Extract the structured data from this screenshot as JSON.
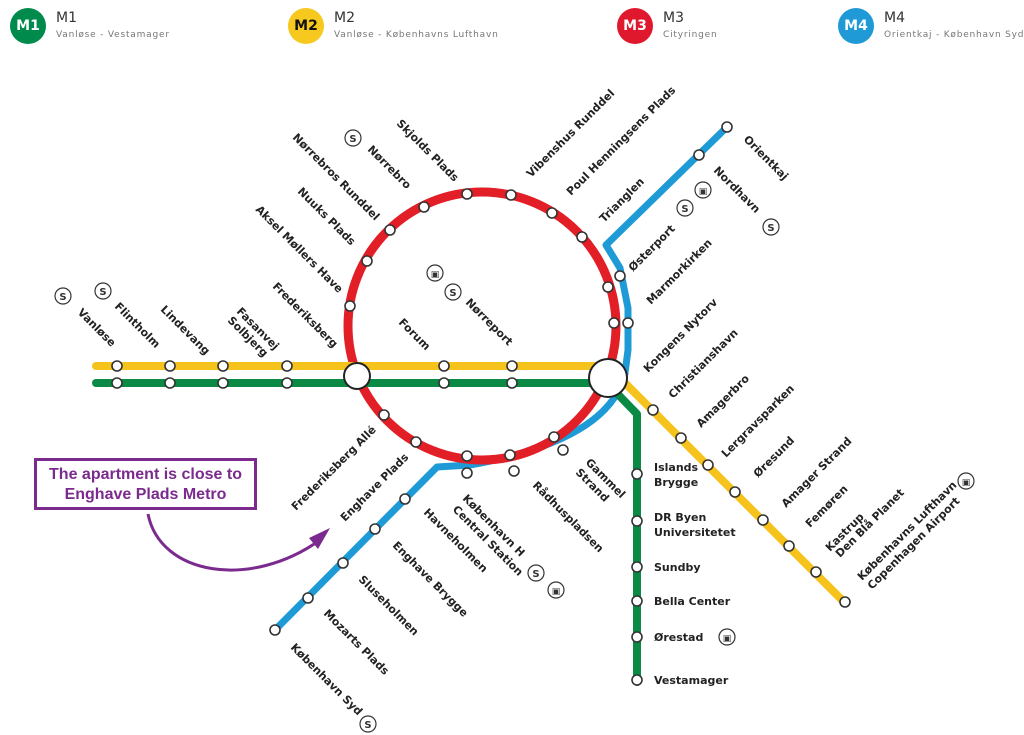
{
  "legend": [
    {
      "badge": "M1",
      "code": "M1",
      "desc": "Vanløse - Vestamager",
      "color": "#008a4b",
      "text_color": "#ffffff"
    },
    {
      "badge": "M2",
      "code": "M2",
      "desc": "Vanløse - Københavns Lufthavn",
      "color": "#f7c81e",
      "text_color": "#111111"
    },
    {
      "badge": "M3",
      "code": "M3",
      "desc": "Cityringen",
      "color": "#e0182d",
      "text_color": "#ffffff"
    },
    {
      "badge": "M4",
      "code": "M4",
      "desc": "Orientkaj - København Syd",
      "color": "#1f9ad6",
      "text_color": "#ffffff"
    }
  ],
  "colors": {
    "m1": "#0b8a45",
    "m2": "#f5c31c",
    "m3": "#e21e26",
    "m4": "#1e9bd7",
    "callout": "#7b2a8e"
  },
  "callout": {
    "line1": "The apartment is close to",
    "line2": "Enghave Plads Metro"
  },
  "stations": {
    "vanlose": "Vanløse",
    "flintholm": "Flintholm",
    "lindevang": "Lindevang",
    "fasanvej_1": "Fasanvej",
    "fasanvej_2": "Solbjerg",
    "frederiksberg": "Frederiksberg",
    "forum": "Forum",
    "norreport": "Nørreport",
    "kongens_nytorv": "Kongens Nytorv",
    "christianshavn": "Christianshavn",
    "amagerbro": "Amagerbro",
    "lergravsparken": "Lergravsparken",
    "oresund": "Øresund",
    "amager_strand": "Amager Strand",
    "femoren": "Femøren",
    "kastrup_1": "Kastrup",
    "kastrup_2": "Den Blå Planet",
    "lufthavn_1": "Københavns Lufthavn",
    "lufthavn_2": "Copenhagen Airport",
    "islands_brygge_1": "Islands",
    "islands_brygge_2": "Brygge",
    "dr_byen_1": "DR Byen",
    "dr_byen_2": "Universitetet",
    "sundby": "Sundby",
    "bella_center": "Bella Center",
    "orestad": "Ørestad",
    "vestamager": "Vestamager",
    "orientkaj": "Orientkaj",
    "nordhavn": "Nordhavn",
    "osterport": "Østerport",
    "marmorkirken": "Marmorkirken",
    "trianglen": "Trianglen",
    "poul_henningsens": "Poul Henningsens Plads",
    "vibenshus": "Vibenshus Runddel",
    "skjolds_plads": "Skjolds Plads",
    "norrebro": "Nørrebro",
    "norrebros_runddel": "Nørrebros Runddel",
    "nuuks_plads": "Nuuks Plads",
    "aksel_mollers": "Aksel Møllers Have",
    "frederiksberg_alle": "Frederiksberg Allé",
    "enghave_plads": "Enghave Plads",
    "kobenhavn_h_1": "København H",
    "kobenhavn_h_2": "Central Station",
    "radhuspladsen": "Rådhuspladsen",
    "gammel_strand_1": "Gammel",
    "gammel_strand_2": "Strand",
    "havneholmen": "Havneholmen",
    "enghave_brygge": "Enghave Brygge",
    "sluseholmen": "Sluseholmen",
    "mozarts_plads": "Mozarts Plads",
    "kobenhavn_syd": "København Syd"
  }
}
